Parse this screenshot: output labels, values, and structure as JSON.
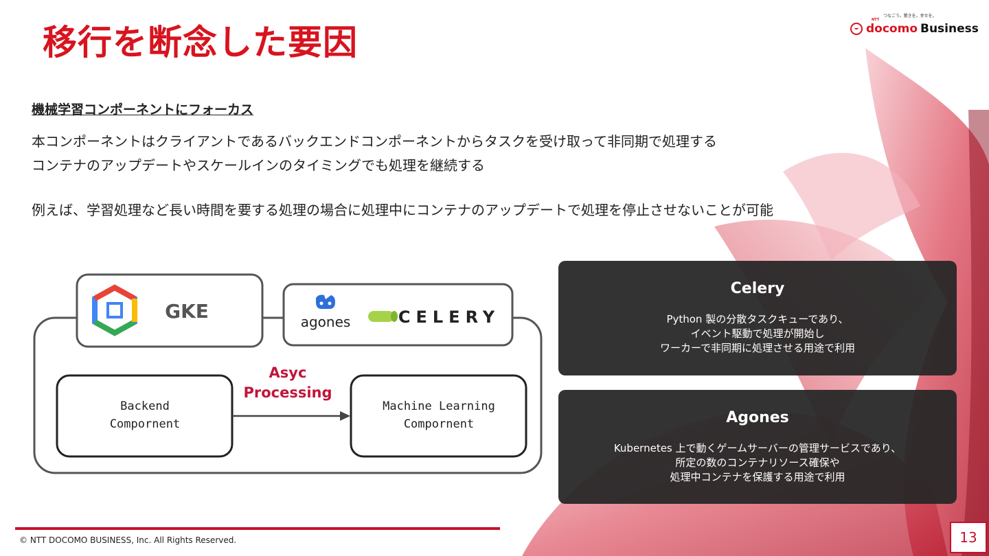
{
  "title": "移行を断念した要因",
  "logo": {
    "tagline": "つなごう。驚きを。幸せを。",
    "ntt": "NTT",
    "docomo": "docomo",
    "business": "Business"
  },
  "content": {
    "subheading": "機械学習コンポーネントにフォーカス",
    "line1": "本コンポーネントはクライアントであるバックエンドコンポーネントからタスクを受け取って非同期で処理する",
    "line2": "コンテナのアップデートやスケールインのタイミングでも処理を継続する",
    "line3": "例えば、学習処理など長い時間を要する処理の場合に処理中にコンテナのアップデートで処理を停止させないことが可能"
  },
  "diagram": {
    "gke_label": "GKE",
    "agones_label": "agones",
    "celery_label": "CELERY",
    "async_line1": "Asyc",
    "async_line2": "Processing",
    "backend_line1": "Backend",
    "backend_line2": "Compornent",
    "ml_line1": "Machine Learning",
    "ml_line2": "Compornent"
  },
  "cards": [
    {
      "title": "Celery",
      "lines": [
        "Python 製の分散タスクキューであり、",
        "イベント駆動で処理が開始し",
        "ワーカーで非同期に処理させる用途で利用"
      ]
    },
    {
      "title": "Agones",
      "lines": [
        "Kubernetes 上で動くゲームサーバーの管理サービスであり、",
        "所定の数のコンテナリソース確保や",
        "処理中コンテナを保護する用途で利用"
      ]
    }
  ],
  "footer": {
    "copyright": "© NTT DOCOMO BUSINESS, Inc. All Rights Reserved.",
    "page_number": "13"
  },
  "colors": {
    "accent": "#d7141f",
    "async_text": "#c0163a",
    "card_bg": "#262626"
  }
}
